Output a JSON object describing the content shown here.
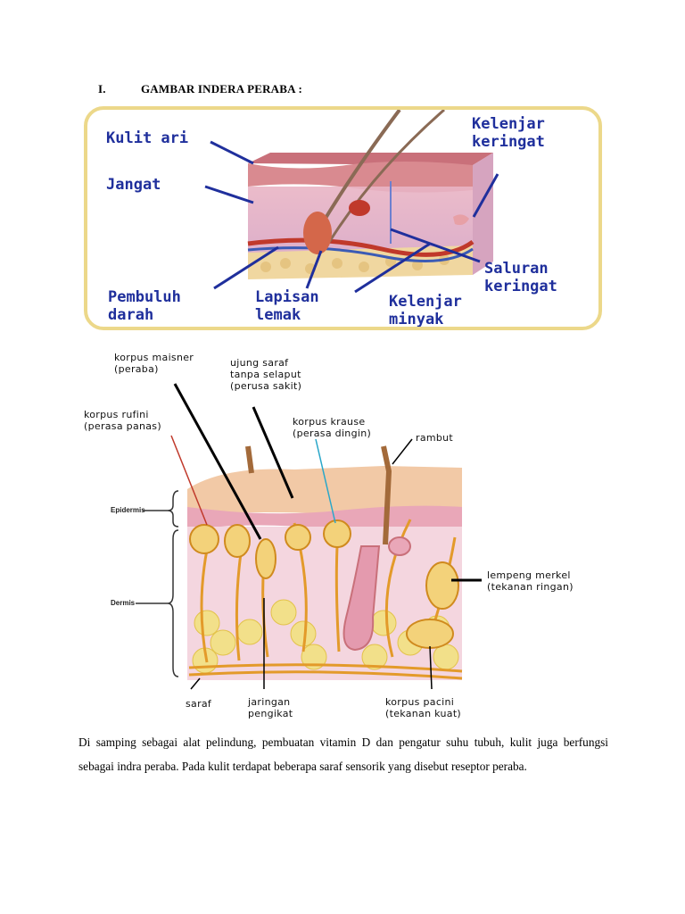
{
  "heading": {
    "number": "I.",
    "title": "GAMBAR INDERA PERABA :"
  },
  "figure1": {
    "labels": {
      "kulit_ari": "Kulit ari",
      "jangat": "Jangat",
      "kelenjar_keringat": "Kelenjar\nkeringat",
      "saluran_keringat": "Saluran\nkeringat",
      "pembuluh_darah": "Pembuluh\ndarah",
      "lapisan_lemak": "Lapisan\nlemak",
      "kelenjar_minyak": "Kelenjar\nminyak"
    },
    "colors": {
      "label": "#1f2f9c",
      "frame": "#ecd88a"
    }
  },
  "figure2": {
    "labels": {
      "korpus_maisner": "korpus maisner\n(peraba)",
      "ujung_saraf": "ujung saraf\ntanpa selaput\n(perusa sakit)",
      "korpus_rufini": "korpus rufini\n(perasa panas)",
      "korpus_krause": "korpus krause\n(perasa dingin)",
      "rambut": "rambut",
      "lempeng_merkel": "lempeng merkel\n(tekanan ringan)",
      "saraf": "saraf",
      "jaringan_pengikat": "jaringan\npengikat",
      "korpus_pacini": "korpus pacini\n(tekanan kuat)",
      "epidermis": "Epidermis",
      "dermis": "Dermis"
    }
  },
  "paragraph": "Di samping sebagai alat pelindung, pembuatan vitamin D dan pengatur suhu tubuh, kulit juga berfungsi sebagai indra peraba. Pada kulit terdapat beberapa saraf sensorik yang disebut reseptor peraba."
}
